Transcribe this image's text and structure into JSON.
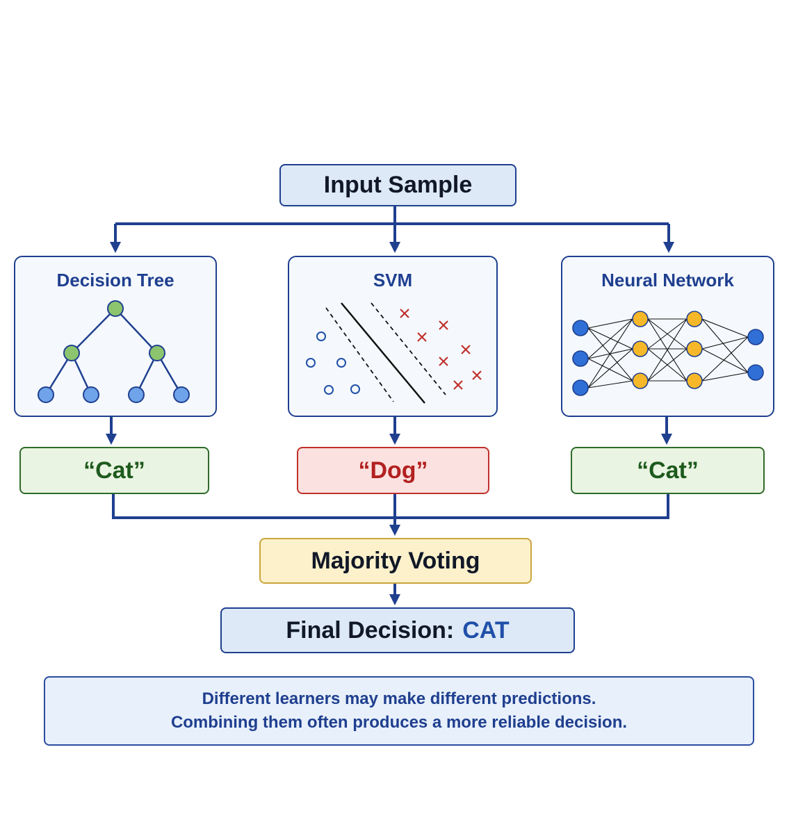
{
  "input": {
    "label": "Input Sample"
  },
  "learners": [
    {
      "name": "Decision Tree",
      "prediction": "“Cat”"
    },
    {
      "name": "SVM",
      "prediction": "“Dog”"
    },
    {
      "name": "Neural Network",
      "prediction": "“Cat”"
    }
  ],
  "voting": {
    "label": "Majority Voting"
  },
  "final": {
    "label": "Final Decision:",
    "value": "CAT"
  },
  "note": {
    "line1": "Different learners may make different predictions.",
    "line2": "Combining them often produces a more reliable decision."
  },
  "colors": {
    "arrow": "#1f3f8f",
    "tree_internal_node": "#8cc56d",
    "tree_leaf_node": "#6fa3ea",
    "svm_class_a": "#1f4fa8",
    "svm_class_b": "#c0302b",
    "nn_io_node": "#2f6fd6",
    "nn_hidden_node": "#f6b829",
    "prediction_agree": "#1d5a1d",
    "prediction_disagree": "#b32020"
  },
  "icons": {
    "tree": "binary-tree-icon",
    "svm": "svm-margin-plot-icon",
    "nn": "neural-network-icon"
  }
}
